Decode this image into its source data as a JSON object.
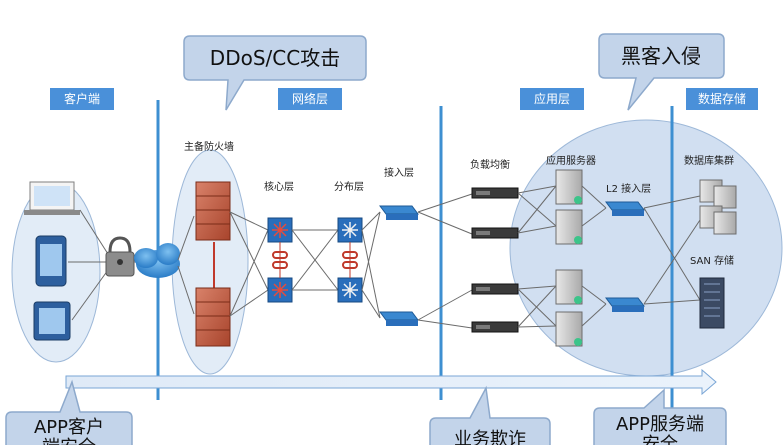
{
  "zones": {
    "client": "客户端",
    "network": "网络层",
    "application": "应用层",
    "storage": "数据存储"
  },
  "callouts": {
    "ddos": "DDoS/CC攻击",
    "hacker": "黑客入侵",
    "app_client_line1": "APP客户",
    "app_client_line2": "端安全",
    "business_fraud": "业务欺诈",
    "app_server_line1": "APP服务端",
    "app_server_line2": "安全"
  },
  "labels": {
    "firewall": "主备防火墙",
    "core": "核心层",
    "distribution": "分布层",
    "access": "接入层",
    "load_balance": "负载均衡",
    "app_server": "应用服务器",
    "l2_access": "L2 接入层",
    "db_cluster": "数据库集群",
    "san": "SAN 存储"
  }
}
